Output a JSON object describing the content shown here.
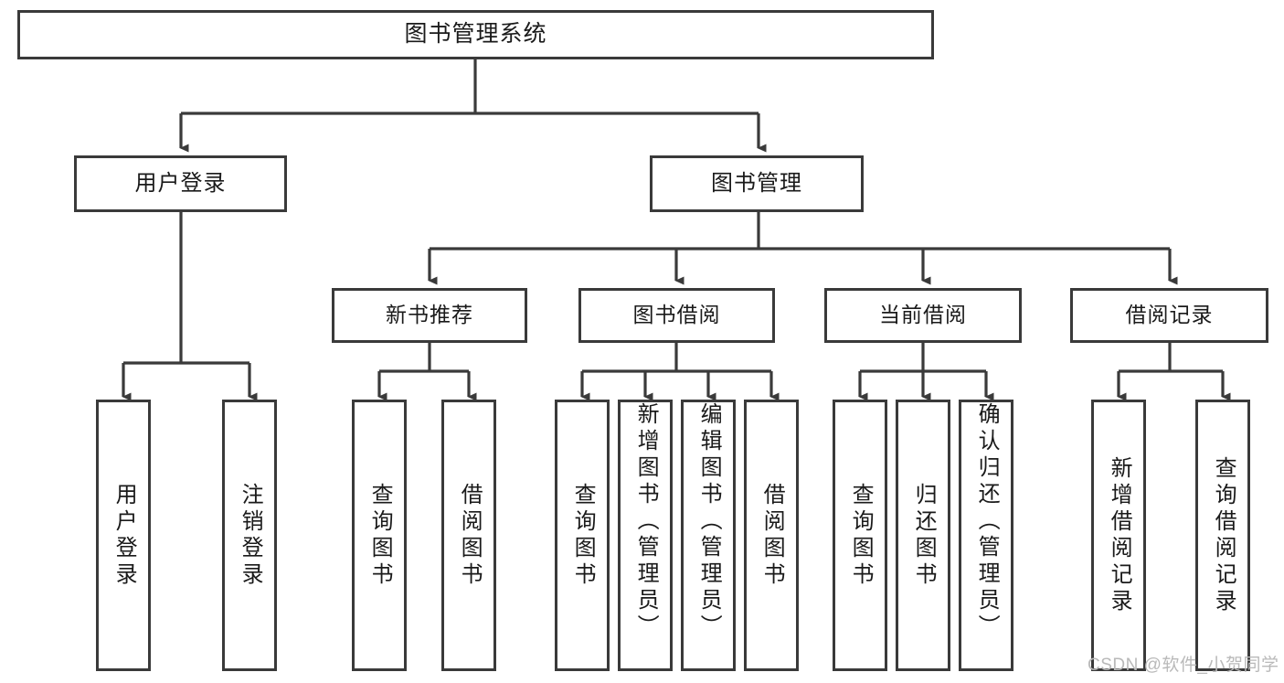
{
  "diagram": {
    "type": "hierarchy-tree",
    "title_node": "图书管理系统",
    "watermark": "CSDN @软件_小贺同学",
    "colors": {
      "box_border": "#3a3a3a",
      "box_fill": "#ffffff",
      "edge": "#3a3a3a",
      "text": "#1a1a1a",
      "watermark": "#b9b9b9"
    },
    "levels": {
      "level1": [
        {
          "label": "用户登录"
        },
        {
          "label": "图书管理"
        }
      ],
      "level2": [
        {
          "label": "新书推荐"
        },
        {
          "label": "图书借阅"
        },
        {
          "label": "当前借阅"
        },
        {
          "label": "借阅记录"
        }
      ],
      "leaves": {
        "user_login": [
          {
            "label": "用户登录"
          },
          {
            "label": "注销登录"
          }
        ],
        "new_book_recommend": [
          {
            "label": "查询图书"
          },
          {
            "label": "借阅图书"
          }
        ],
        "book_borrow": [
          {
            "label": "查询图书"
          },
          {
            "label": "新增图书（管理员）"
          },
          {
            "label": "编辑图书（管理员）"
          },
          {
            "label": "借阅图书"
          }
        ],
        "current_borrow": [
          {
            "label": "查询图书"
          },
          {
            "label": "归还图书"
          },
          {
            "label": "确认归还（管理员）"
          }
        ],
        "borrow_records": [
          {
            "label": "新增借阅记录"
          },
          {
            "label": "查询借阅记录"
          }
        ]
      }
    }
  }
}
